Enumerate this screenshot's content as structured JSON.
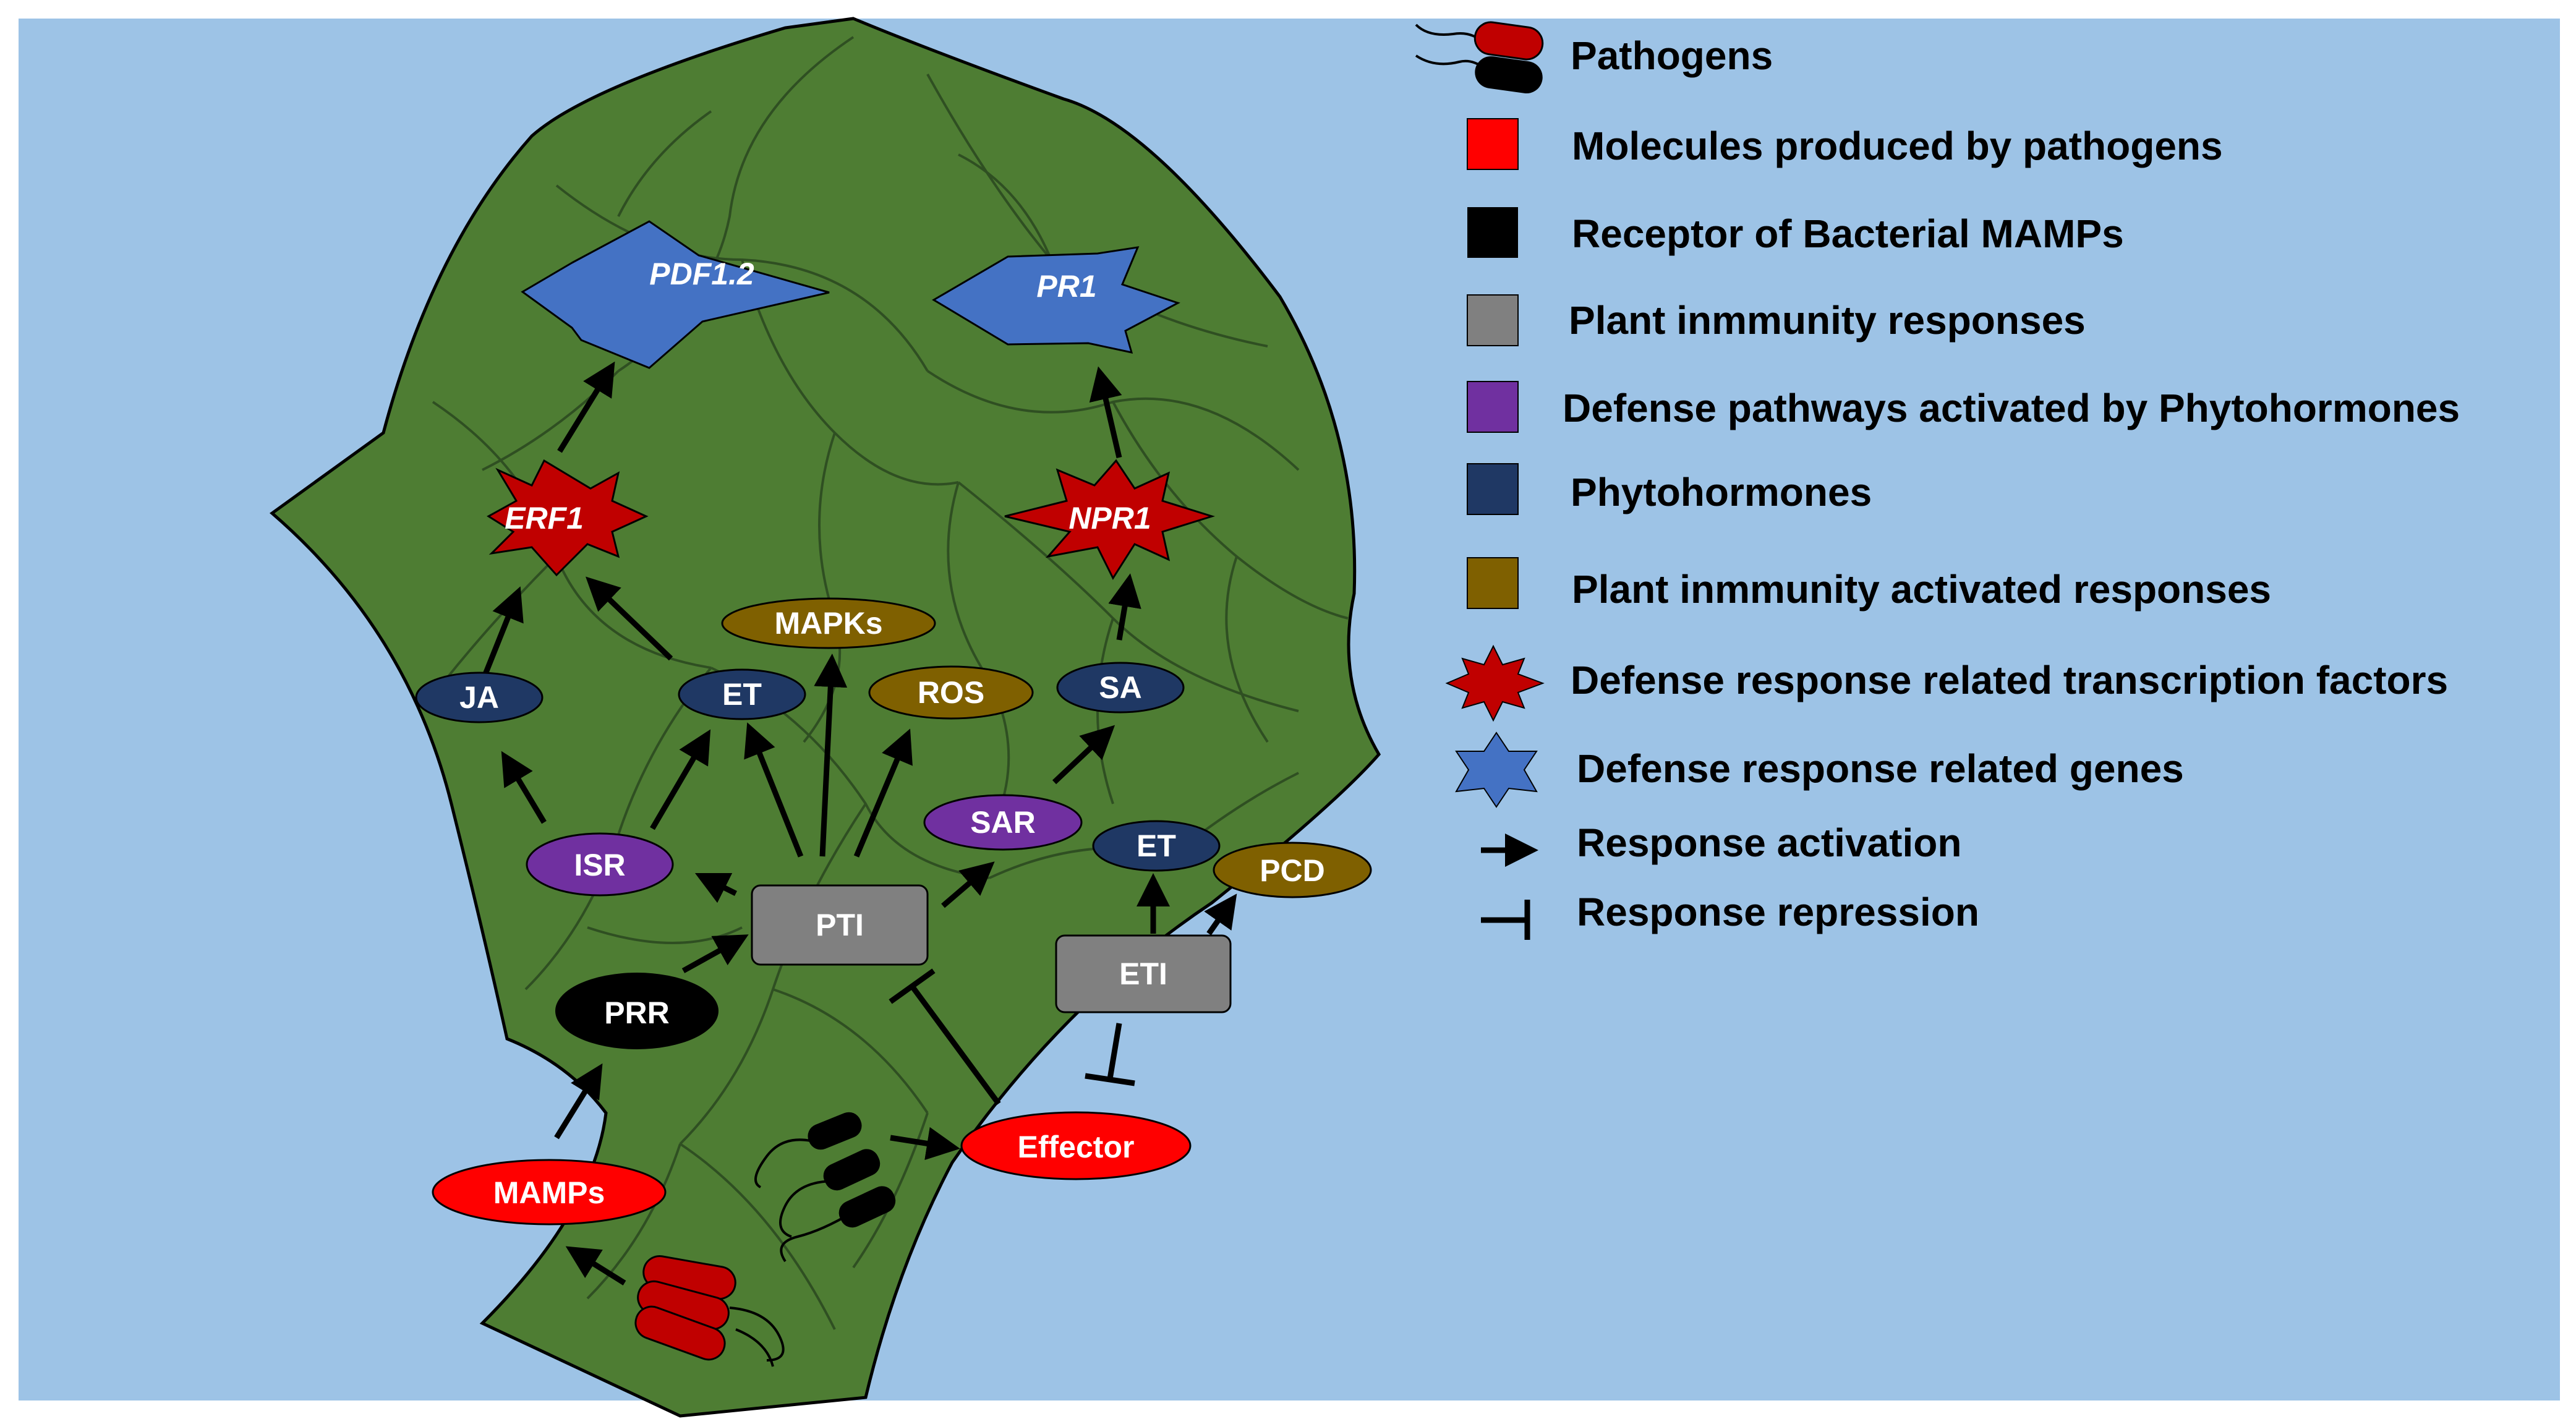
{
  "colors": {
    "background": "#9dc3e6",
    "leaf": "#4e7d33",
    "leaf_veins": "#2f4f22",
    "pathogen_molecule": "#ff0000",
    "receptor": "#000000",
    "immunity_response": "#808080",
    "phytohormone_pathway": "#7030a0",
    "phytohormone": "#1f3864",
    "activated_response": "#7f6000",
    "transcription_factor": "#c00000",
    "gene": "#4472c4"
  },
  "nodes": {
    "pdf12": "PDF1.2",
    "pr1": "PR1",
    "erf1": "ERF1",
    "npr1": "NPR1",
    "mapks": "MAPKs",
    "ros": "ROS",
    "ja": "JA",
    "et_top": "ET",
    "sa": "SA",
    "isr": "ISR",
    "sar": "SAR",
    "et_eti": "ET",
    "pcd": "PCD",
    "pti": "PTI",
    "eti": "ETI",
    "prr": "PRR",
    "mamps": "MAMPs",
    "effector": "Effector"
  },
  "legend": [
    {
      "icon": "bacteria-pair-icon",
      "label": "Pathogens"
    },
    {
      "icon": "red-square",
      "label": "Molecules produced by pathogens"
    },
    {
      "icon": "black-square",
      "label": "Receptor of Bacterial MAMPs"
    },
    {
      "icon": "gray-square",
      "label": "Plant inmmunity responses"
    },
    {
      "icon": "purple-square",
      "label": "Defense pathways activated by Phytohormones"
    },
    {
      "icon": "navy-square",
      "label": "Phytohormones"
    },
    {
      "icon": "brown-square",
      "label": "Plant inmmunity activated responses"
    },
    {
      "icon": "red-star-icon",
      "label": "Defense response related transcription factors"
    },
    {
      "icon": "blue-star-icon",
      "label": "Defense response related genes"
    },
    {
      "icon": "arrow-icon",
      "label": "Response activation"
    },
    {
      "icon": "inhibition-icon",
      "label": "Response repression"
    }
  ]
}
